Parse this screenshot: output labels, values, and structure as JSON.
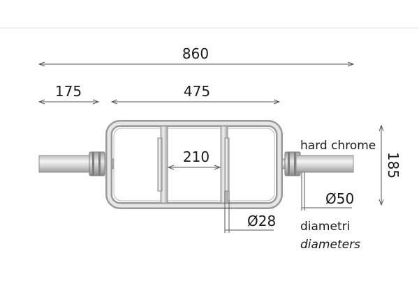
{
  "dimensions": {
    "overall_length": "860",
    "sleeve_length": "175",
    "frame_length": "475",
    "inner_handle_spacing": "210",
    "frame_height": "185",
    "handle_diameter": "Ø28",
    "sleeve_diameter": "Ø50"
  },
  "labels": {
    "finish": "hard chrome",
    "diameters_local": "diametri",
    "diameters_en": "diameters"
  },
  "colors": {
    "line": "#555555",
    "metal_light": "#f2f2f2",
    "metal_mid": "#cfcfcf",
    "metal_dark": "#9a9a9a",
    "outline": "#8c8c8c"
  }
}
